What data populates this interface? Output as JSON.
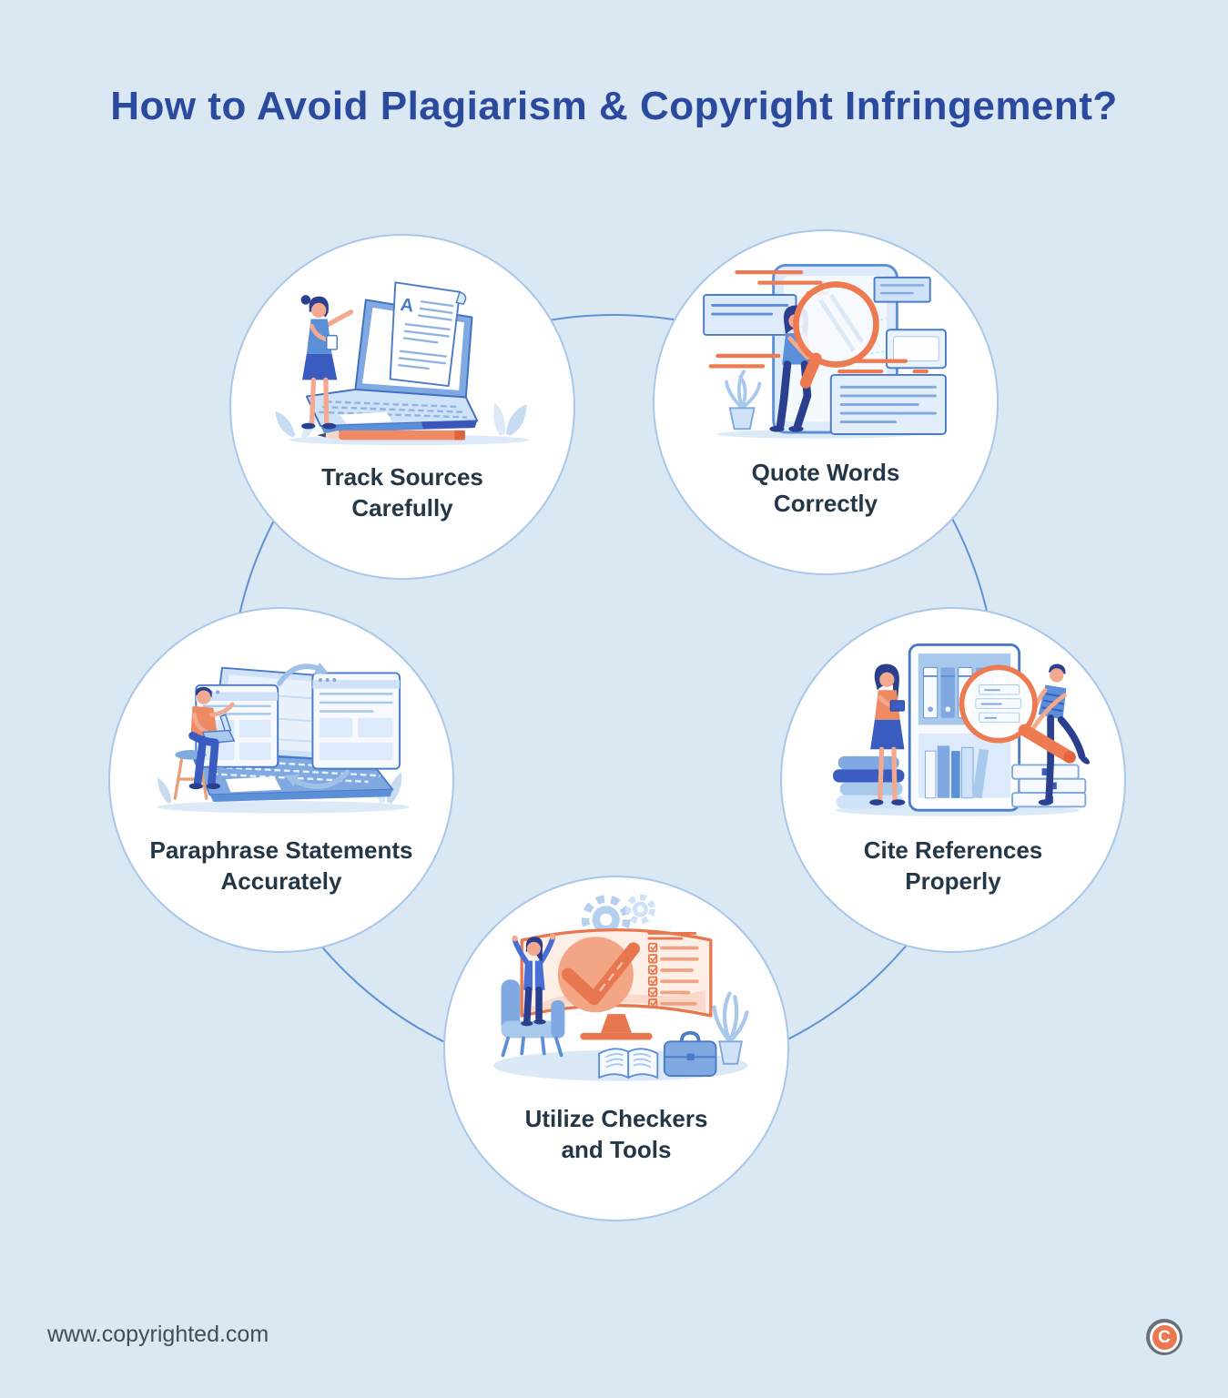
{
  "title": "How to Avoid Plagiarism & Copyright Infringement?",
  "steps": [
    {
      "label": "Track Sources\nCarefully",
      "illustration": "woman-pointing-at-laptop-with-document-scroll-and-pencil",
      "document_letter": "A"
    },
    {
      "label": "Quote Words\nCorrectly",
      "illustration": "woman-holding-magnifier-over-tablet-with-quote-boxes"
    },
    {
      "label": "Paraphrase Statements\nAccurately",
      "illustration": "man-on-stool-with-laptop-syncing-two-windows"
    },
    {
      "label": "Cite References\nProperly",
      "illustration": "two-people-at-bookshelf-with-magnifier-and-pencil"
    },
    {
      "label": "Utilize Checkers\nand Tools",
      "illustration": "woman-celebrating-at-monitor-with-checkmark-and-checklist"
    }
  ],
  "footer": {
    "url": "www.copyrighted.com",
    "logo_letter": "C"
  },
  "colors": {
    "background": "#d9e8f3",
    "title": "#2b4a9e",
    "caption": "#253746",
    "circle_fill": "#fefefe",
    "circle_border": "#a9c7e8",
    "connector_line": "#5e92d4",
    "accent_orange": "#ee7a52",
    "accent_orange_dark": "#e0643c",
    "illustration_blue": "#5b8fd8",
    "illustration_blue_light": "#a8c8ec",
    "navy": "#2b3f8f",
    "skin": "#f2a990",
    "footer_text": "#414e59",
    "logo_ring_gray": "#68707c"
  }
}
